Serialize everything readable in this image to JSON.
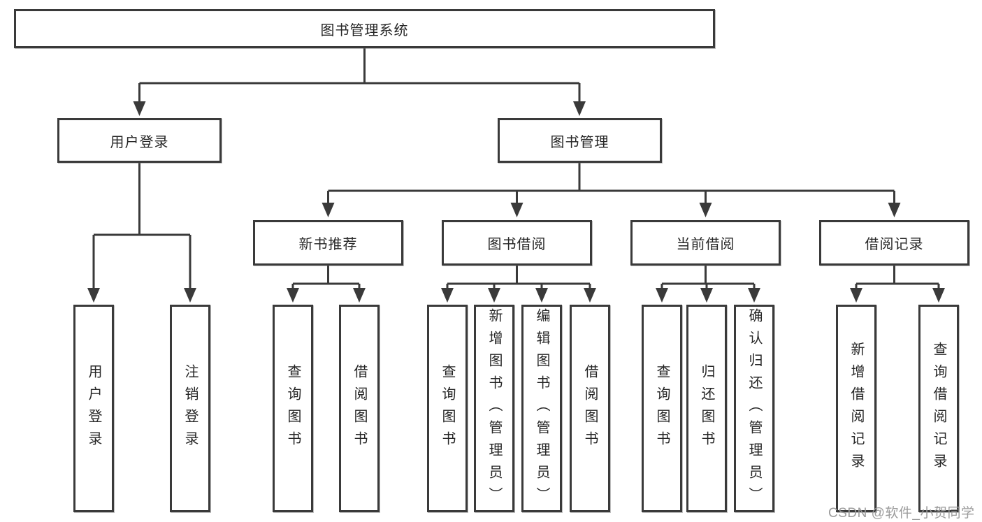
{
  "watermark": "CSDN @软件_小贺同学",
  "colors": {
    "line": "#3a3a3a",
    "box_border": "#3a3a3a",
    "box_fill": "#ffffff",
    "text": "#262626",
    "background": "#ffffff",
    "watermark": "#9b9b9b"
  },
  "diagram": {
    "type": "hierarchy-tree",
    "title": "图书管理系统",
    "children": [
      {
        "label": "用户登录",
        "children": [
          {
            "label": "用户登录"
          },
          {
            "label": "注销登录"
          }
        ]
      },
      {
        "label": "图书管理",
        "children": [
          {
            "label": "新书推荐",
            "children": [
              {
                "label": "查询图书"
              },
              {
                "label": "借阅图书"
              }
            ]
          },
          {
            "label": "图书借阅",
            "children": [
              {
                "label": "查询图书"
              },
              {
                "label": "新增图书（管理员）"
              },
              {
                "label": "编辑图书（管理员）"
              },
              {
                "label": "借阅图书"
              }
            ]
          },
          {
            "label": "当前借阅",
            "children": [
              {
                "label": "查询图书"
              },
              {
                "label": "归还图书"
              },
              {
                "label": "确认归还（管理员）"
              }
            ]
          },
          {
            "label": "借阅记录",
            "children": [
              {
                "label": "新增借阅记录"
              },
              {
                "label": "查询借阅记录"
              }
            ]
          }
        ]
      }
    ]
  }
}
